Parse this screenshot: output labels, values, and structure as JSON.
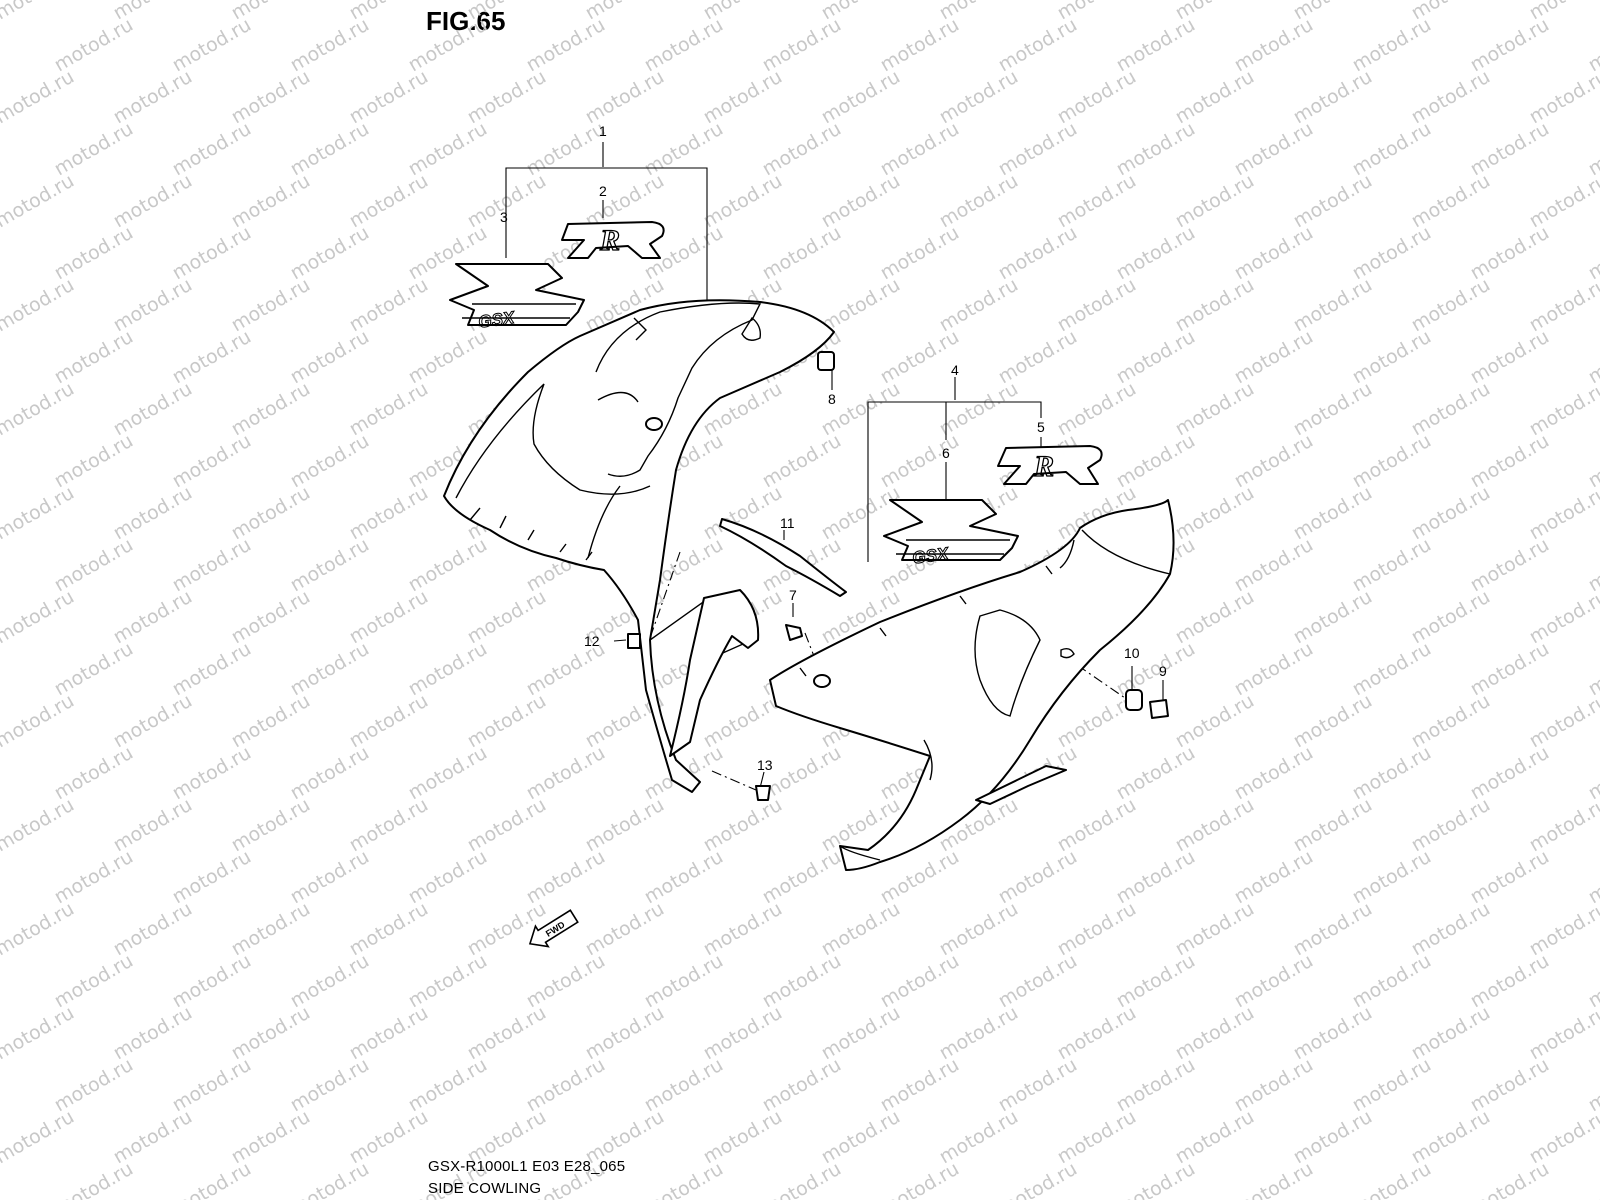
{
  "figure": {
    "title": "FIG.65"
  },
  "watermark": {
    "text": "motod.ru",
    "color": "#c8c8c8"
  },
  "callouts": [
    "1",
    "2",
    "3",
    "4",
    "5",
    "6",
    "7",
    "8",
    "9",
    "10",
    "11",
    "12",
    "13"
  ],
  "decals": {
    "r_logo": "R",
    "gsx_logo": "GSX"
  },
  "direction_marker": {
    "label": "FWD"
  },
  "footer": {
    "model_code": "GSX-R1000L1 E03 E28_065",
    "section_name": "SIDE COWLING"
  }
}
